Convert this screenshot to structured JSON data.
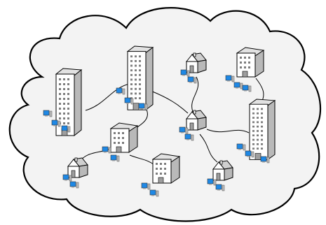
{
  "colors": {
    "cloud_fill": "#f3f3f3",
    "cloud_stroke": "#000000",
    "link": "#000000",
    "building_front": "#ffffff",
    "building_side": "#b9b9b9",
    "building_top": "#e2e2e2",
    "window": "#7d7d7d",
    "monitor_screen": "#1e88e5",
    "monitor_body": "#bdbdbd"
  },
  "nodes": [
    {
      "id": "tower-left",
      "kind": "tower-building",
      "icon": "office-tower-icon"
    },
    {
      "id": "tower-center",
      "kind": "tower-building",
      "icon": "office-tower-icon"
    },
    {
      "id": "tower-right",
      "kind": "tower-building",
      "icon": "office-tower-icon"
    },
    {
      "id": "office-top-right",
      "kind": "office-building",
      "icon": "office-building-icon"
    },
    {
      "id": "office-mid-left",
      "kind": "office-building",
      "icon": "office-building-icon"
    },
    {
      "id": "office-lower-center",
      "kind": "office-building",
      "icon": "office-building-icon"
    },
    {
      "id": "house-top",
      "kind": "house",
      "icon": "house-icon"
    },
    {
      "id": "house-center",
      "kind": "house",
      "icon": "house-icon"
    },
    {
      "id": "house-bottom-left",
      "kind": "house",
      "icon": "house-icon"
    },
    {
      "id": "house-bottom-right",
      "kind": "house",
      "icon": "house-icon"
    }
  ],
  "links": [
    [
      "tower-left",
      "tower-center"
    ],
    [
      "tower-center",
      "house-center"
    ],
    [
      "tower-center",
      "office-mid-left"
    ],
    [
      "house-top",
      "house-center"
    ],
    [
      "house-center",
      "tower-right"
    ],
    [
      "house-center",
      "house-bottom-right"
    ],
    [
      "office-top-right",
      "tower-right"
    ],
    [
      "office-mid-left",
      "house-bottom-left"
    ],
    [
      "office-mid-left",
      "office-lower-center"
    ]
  ]
}
